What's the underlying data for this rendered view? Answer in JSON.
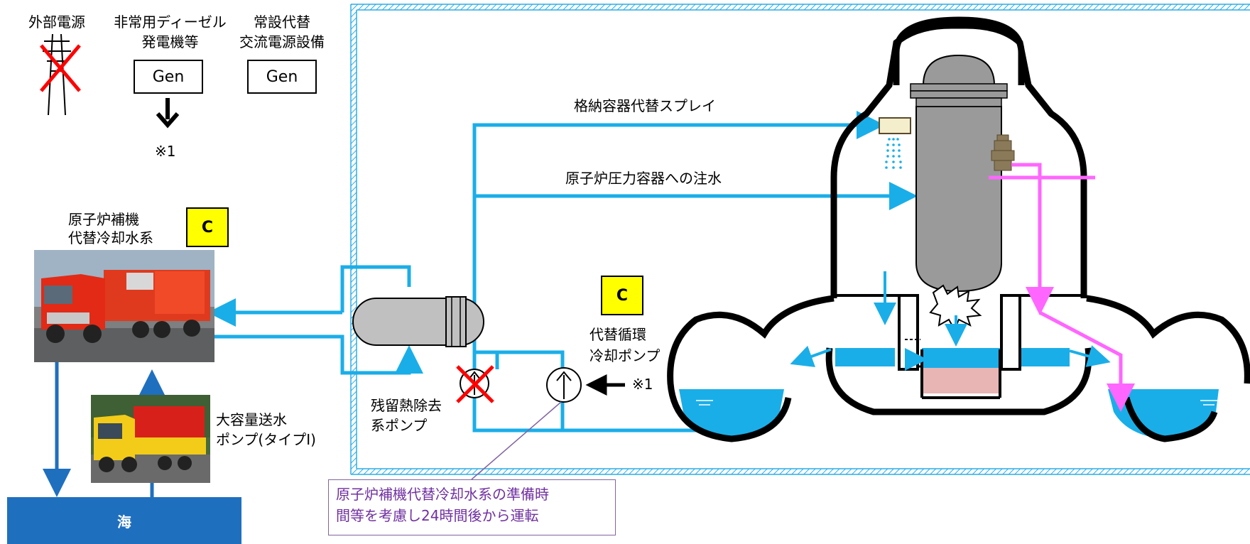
{
  "power": {
    "external_label": "外部電源",
    "edg_label_line1": "非常用ディーゼル",
    "edg_label_line2": "発電機等",
    "edg_gen": "Gen",
    "edg_note": "※1",
    "permanent_label_line1": "常設代替",
    "permanent_label_line2": "交流電源設備",
    "permanent_gen": "Gen"
  },
  "left": {
    "cooling_label_line1": "原子炉補機",
    "cooling_label_line2": "代替冷却水系",
    "badge": "C",
    "pump_label_line1": "大容量送水",
    "pump_label_line2": "ポンプ(タイプⅠ)",
    "sea": "海"
  },
  "flows": {
    "spray": "格納容器代替スプレイ",
    "injection": "原子炉圧力容器への注水"
  },
  "pumps": {
    "badge": "C",
    "alt_pump_line1": "代替循環",
    "alt_pump_line2": "冷却ポンプ",
    "alt_pump_note": "※1",
    "rhr_line1": "残留熱除去",
    "rhr_line2": "系ポンプ"
  },
  "note": {
    "line1": "原子炉補機代替冷却水系の準備時",
    "line2": "間等を考慮し24時間後から運転"
  },
  "colors": {
    "pipe": "#1aaee8",
    "water": "#1aaee8",
    "magenta": "#ff66ff",
    "vessel": "#9a9a9a",
    "debris": "#e8b4b4",
    "badge": "#ffff00",
    "sea": "#1f6fbf",
    "note_border": "#8064a2",
    "note_text": "#7030a0",
    "failure": "#ff0000"
  }
}
